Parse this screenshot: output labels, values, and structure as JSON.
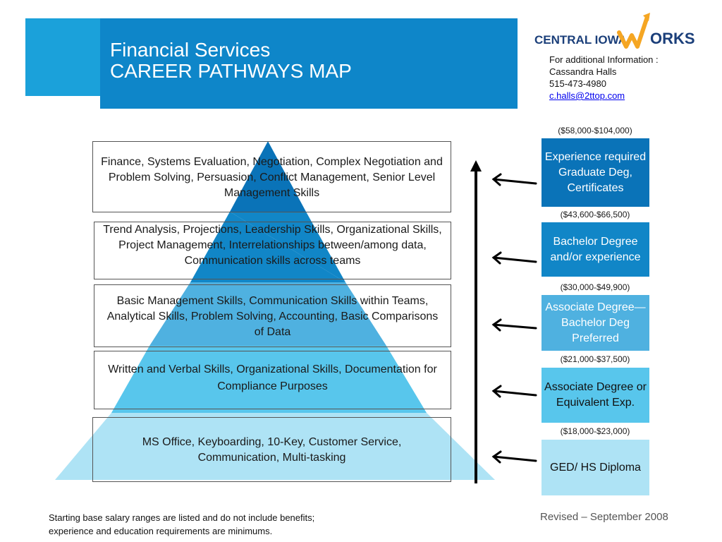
{
  "header": {
    "title_line1": "Financial Services",
    "title_line2": "CAREER PATHWAYS MAP",
    "logo_text_central": "CENTRAL IOWA",
    "logo_text_works": "ORKS",
    "accent_color": "#0e86c9"
  },
  "contact": {
    "line1": "For additional Information :",
    "name": "Cassandra Halls",
    "phone": "515-473-4980",
    "email": "c.halls@2ttop.com"
  },
  "levels": [
    {
      "skills": "Finance,  Systems Evaluation, Negotiation, Complex Negotiation and Problem Solving, Persuasion, Conflict Management, Senior Level Management Skills",
      "salary": "($58,000-$104,000)",
      "requirement": "Experience required Graduate Deg, Certificates",
      "color": "#0a73b8"
    },
    {
      "skills": "Trend Analysis, Projections, Leadership Skills, Organizational Skills, Project Management, Interrelationships between/among data, Communication skills across teams",
      "salary": "($43,600-$66,500)",
      "requirement": "Bachelor Degree and/or experience",
      "color": "#1186c7"
    },
    {
      "skills": "Basic Management Skills, Communication Skills within Teams, Analytical Skills, Problem Solving, Accounting, Basic Comparisons of Data",
      "salary": "($30,000-$49,900)",
      "requirement": "Associate Degree—Bachelor Deg Preferred",
      "color": "#4fb1e0"
    },
    {
      "skills": "Written and Verbal Skills, Organizational Skills, Documentation for Compliance Purposes",
      "salary": "($21,000-$37,500)",
      "requirement": "Associate Degree or Equivalent Exp.",
      "color": "#58c6ec"
    },
    {
      "skills": "MS Office, Keyboarding, 10-Key, Customer Service, Communication,  Multi-tasking",
      "salary": "($18,000-$23,000)",
      "requirement": "GED/ HS Diploma",
      "color": "#aee3f5"
    }
  ],
  "footer": {
    "note_line1": "Starting base salary ranges are listed and do not include benefits;",
    "note_line2": "experience and education requirements are minimums.",
    "revised": "Revised  – September 2008"
  }
}
